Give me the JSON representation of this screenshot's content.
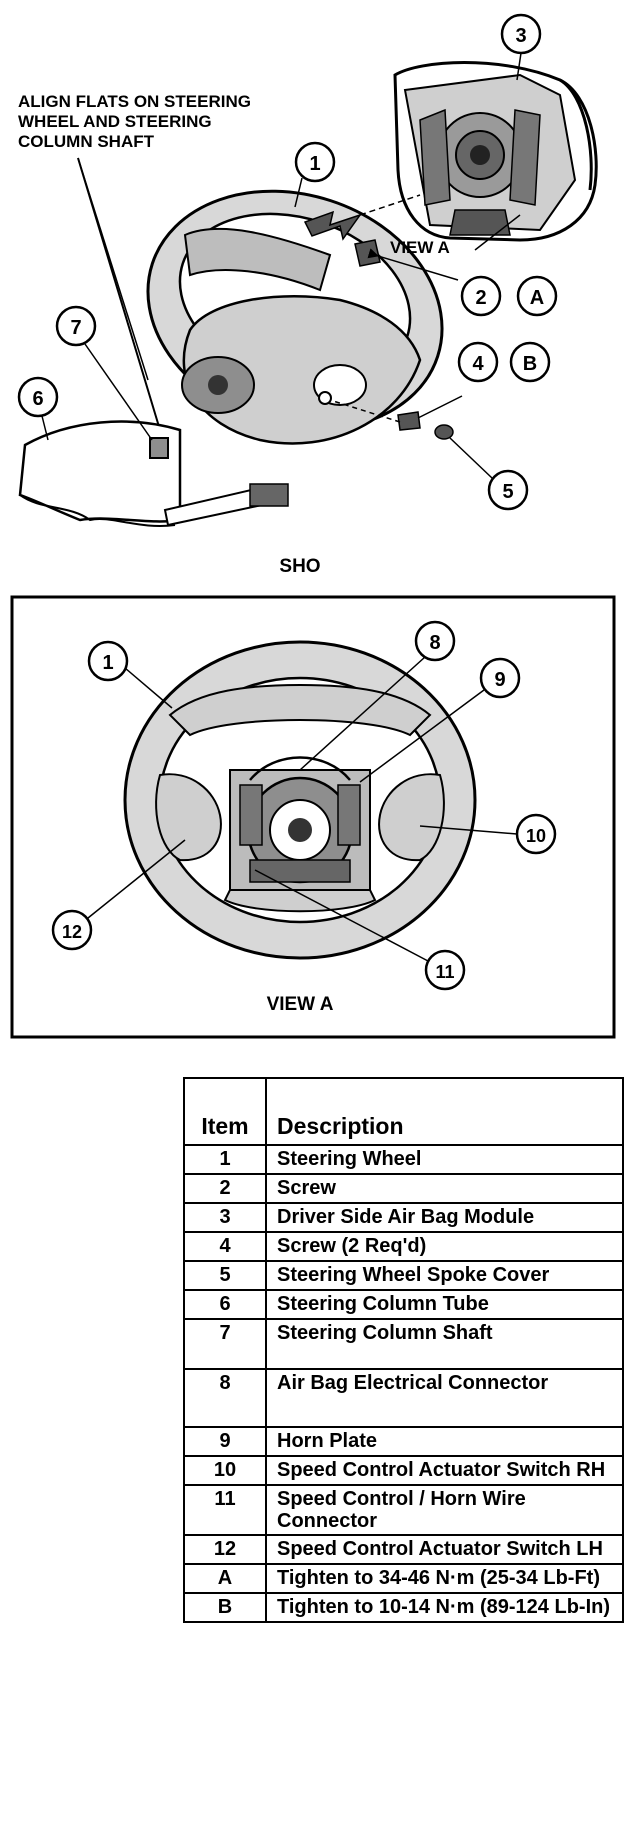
{
  "callouts": {
    "align_note": [
      "ALIGN FLATS ON STEERING",
      "WHEEL AND STEERING",
      "COLUMN SHAFT"
    ],
    "view_a_arrow_label": "VIEW A",
    "top_caption": "SHO",
    "view_a_caption": "VIEW A",
    "numbers": [
      "1",
      "2",
      "3",
      "4",
      "5",
      "6",
      "7",
      "8",
      "9",
      "10",
      "11",
      "12"
    ],
    "letters": [
      "A",
      "B"
    ]
  },
  "table": {
    "header_item": "Item",
    "header_description": "Description",
    "rows": [
      {
        "item": "1",
        "description": "Steering Wheel"
      },
      {
        "item": "2",
        "description": "Screw"
      },
      {
        "item": "3",
        "description": "Driver Side Air Bag Module"
      },
      {
        "item": "4",
        "description": "Screw (2 Req'd)"
      },
      {
        "item": "5",
        "description": "Steering Wheel Spoke Cover"
      },
      {
        "item": "6",
        "description": "Steering Column Tube"
      },
      {
        "item": "7",
        "description": "Steering Column Shaft"
      },
      {
        "item": "8",
        "description": "Air Bag Electrical Connector"
      },
      {
        "item": "9",
        "description": "Horn Plate"
      },
      {
        "item": "10",
        "description": "Speed Control Actuator Switch RH"
      },
      {
        "item": "11",
        "description": "Speed Control / Horn Wire Connector"
      },
      {
        "item": "12",
        "description": "Speed Control Actuator Switch LH"
      },
      {
        "item": "A",
        "description": "Tighten to 34-46 N·m (25-34 Lb-Ft)"
      },
      {
        "item": "B",
        "description": "Tighten to 10-14 N·m (89-124 Lb-In)"
      }
    ]
  }
}
